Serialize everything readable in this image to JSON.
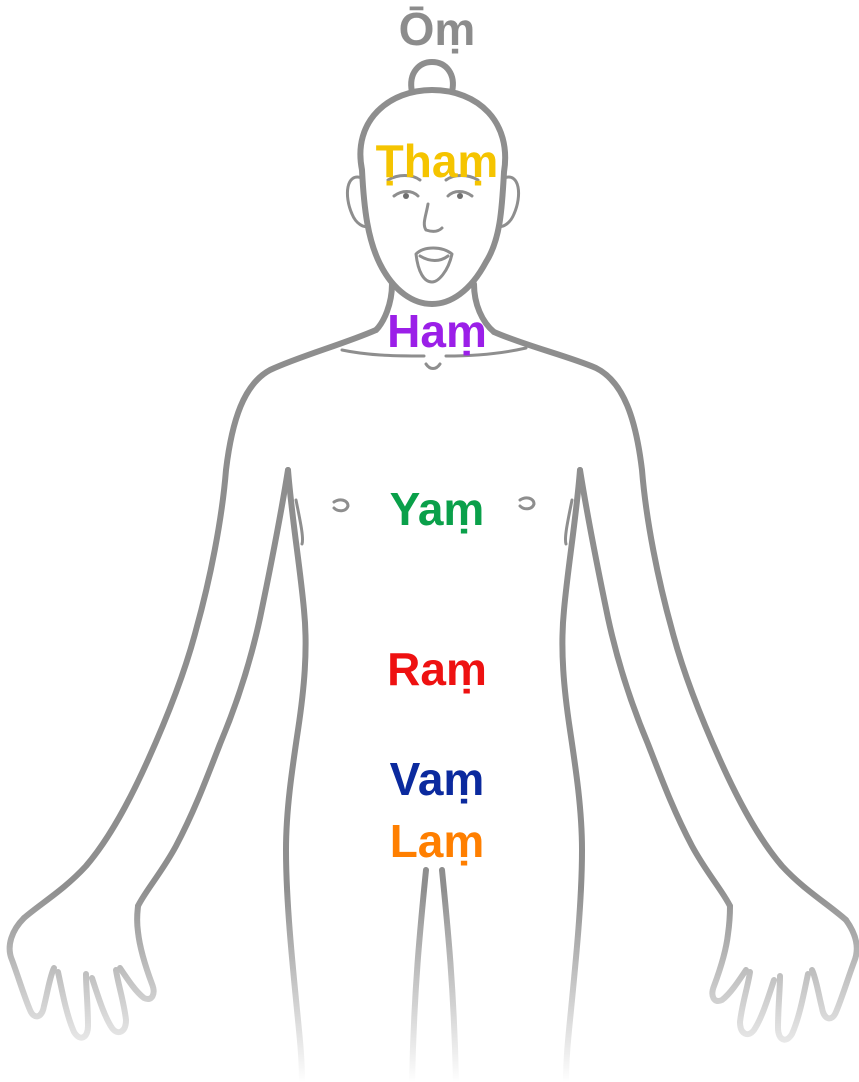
{
  "mantras": [
    {
      "id": "crown",
      "text": "Ōṃ",
      "color": "#8c8c8c"
    },
    {
      "id": "third-eye",
      "text": "Ṭhaṃ",
      "color": "#f5c400"
    },
    {
      "id": "throat",
      "text": "Haṃ",
      "color": "#9b1fe8"
    },
    {
      "id": "heart",
      "text": "Yaṃ",
      "color": "#0aa04a"
    },
    {
      "id": "solar-plexus",
      "text": "Raṃ",
      "color": "#ee1111"
    },
    {
      "id": "sacral",
      "text": "Vaṃ",
      "color": "#0b2a9e"
    },
    {
      "id": "root",
      "text": "Laṃ",
      "color": "#ff7f00"
    }
  ],
  "outline_color": "#8e8e8e"
}
